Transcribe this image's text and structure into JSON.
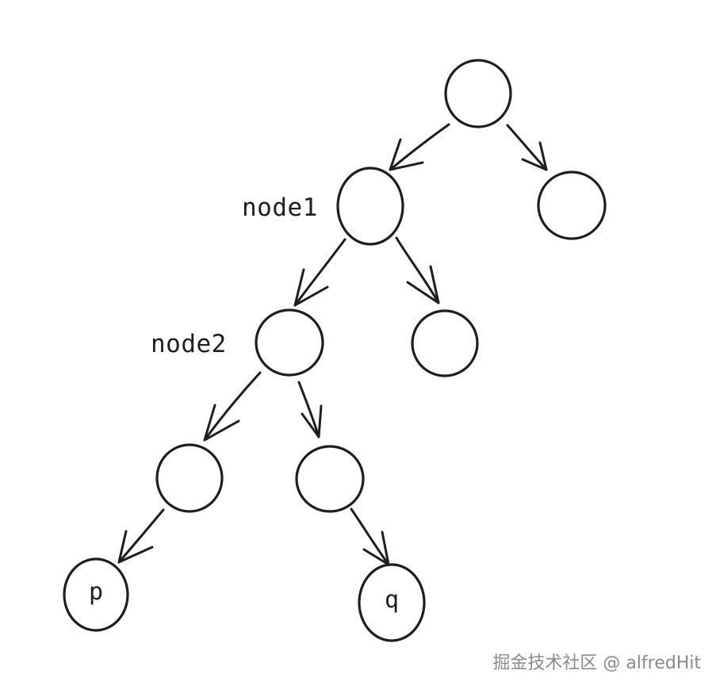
{
  "diagram": {
    "nodes": [
      {
        "id": "root",
        "label": ""
      },
      {
        "id": "node1",
        "label": "node1",
        "inner": ""
      },
      {
        "id": "root-right",
        "label": ""
      },
      {
        "id": "node2",
        "label": "node2",
        "inner": ""
      },
      {
        "id": "node1-right",
        "label": ""
      },
      {
        "id": "node2-left",
        "label": ""
      },
      {
        "id": "node2-right",
        "label": ""
      },
      {
        "id": "p",
        "inner": "p"
      },
      {
        "id": "q",
        "inner": "q"
      }
    ],
    "edges": [
      {
        "from": "root",
        "to": "node1"
      },
      {
        "from": "root",
        "to": "root-right"
      },
      {
        "from": "node1",
        "to": "node2"
      },
      {
        "from": "node1",
        "to": "node1-right"
      },
      {
        "from": "node2",
        "to": "node2-left"
      },
      {
        "from": "node2",
        "to": "node2-right"
      },
      {
        "from": "node2-left",
        "to": "p"
      },
      {
        "from": "node2-right",
        "to": "q"
      }
    ],
    "labels": {
      "node1": "node1",
      "node2": "node2",
      "p": "p",
      "q": "q"
    }
  },
  "watermark": "掘金技术社区 @ alfredHit"
}
